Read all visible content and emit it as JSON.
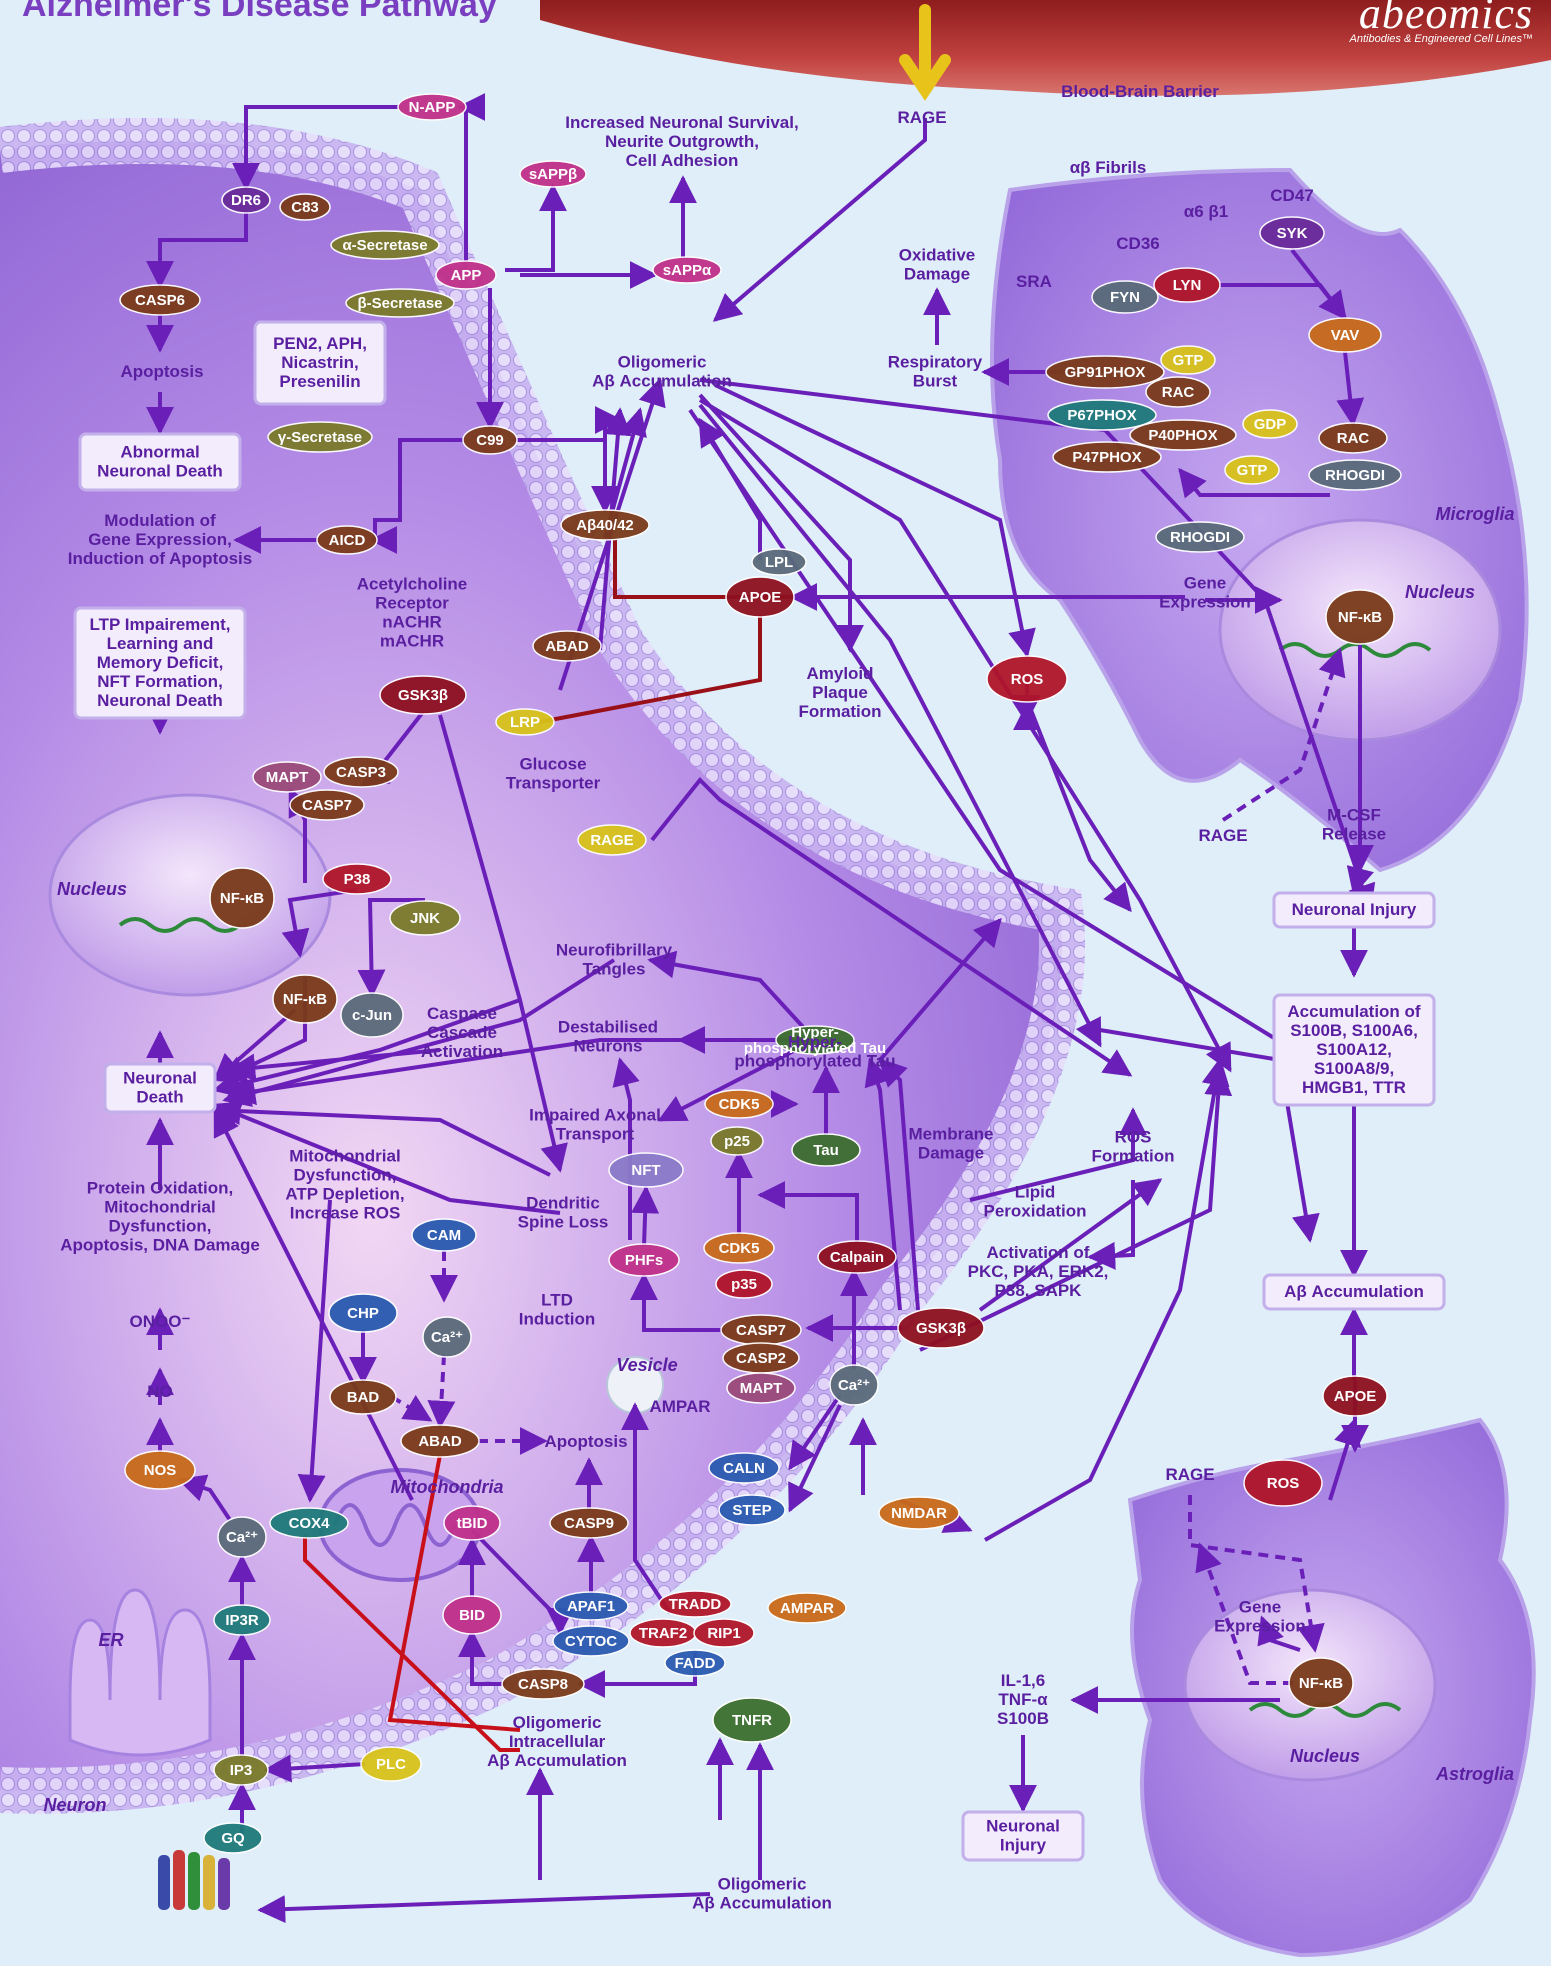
{
  "header": {
    "title": "Alzheimer's Disease Pathway",
    "brand": "abeomics",
    "brand_tagline": "Antibodies & Engineered Cell Lines™"
  },
  "labels": {
    "bbb": "Blood-Brain Barrier",
    "rage_top": "RAGE",
    "napp": "N-APP",
    "sappb": "sAPPβ",
    "sappa": "sAPPα",
    "survival": [
      "Increased Neuronal Survival,",
      "Neurite Outgrowth,",
      "Cell Adhesion"
    ],
    "dr6": "DR6",
    "c83": "C83",
    "alpha_sec": "α-Secretase",
    "app": "APP",
    "beta_sec": "β-Secretase",
    "casp6": "CASP6",
    "apoptosis_left": "Apoptosis",
    "pen2": [
      "PEN2, APH,",
      "Nicastrin,",
      "Presenilin"
    ],
    "gamma_sec": "γ-Secretase",
    "abnormal": [
      "Abnormal",
      "Neuronal Death"
    ],
    "c99": "C99",
    "modulation": [
      "Modulation of",
      "Gene Expression,",
      "Induction of Apoptosis"
    ],
    "aicd": "AICD",
    "ab4042": "Aβ40/42",
    "olig_top": [
      "Oligomeric",
      "Aβ Accumulation"
    ],
    "oxidative": [
      "Oxidative",
      "Damage"
    ],
    "resp_burst": [
      "Respiratory",
      "Burst"
    ],
    "ab_fibrils": "αβ Fibrils",
    "cd36": "CD36",
    "a6b1": "α6 β1",
    "cd47": "CD47",
    "syk": "SYK",
    "sra": "SRA",
    "fyn": "FYN",
    "lyn": "LYN",
    "vav": "VAV",
    "gp91": "GP91PHOX",
    "gtp1": "GTP",
    "rac1": "RAC",
    "p67": "P67PHOX",
    "p40": "P40PHOX",
    "p47": "P47PHOX",
    "gdp": "GDP",
    "rac2": "RAC",
    "gtp2": "GTP",
    "rhogdi1": "RHOGDI",
    "rhogdi2": "RHOGDI",
    "microglia": "Microglia",
    "gene_expr_mg": [
      "Gene",
      "Expression"
    ],
    "nucleus_mg": "Nucleus",
    "nfkb_mg": "NF-κB",
    "ros_mg": "ROS",
    "rage_mg": "RAGE",
    "mcsf": [
      "M-CSF",
      "Release"
    ],
    "neuronal_injury_r": "Neuronal Injury",
    "accum_s100": [
      "Accumulation of",
      "S100B, S100A6,",
      "S100A12,",
      "S100A8/9,",
      "HMGB1, TTR"
    ],
    "ab_accum_r": "Aβ Accumulation",
    "apoe_astro": "APOE",
    "rage_astro": "RAGE",
    "ros_astro": "ROS",
    "gene_expr_astro": [
      "Gene",
      "Expression"
    ],
    "nfkb_astro": "NF-κB",
    "nucleus_astro": "Nucleus",
    "astroglia": "Astroglia",
    "il16": [
      "IL-1,6",
      "TNF-α",
      "S100B"
    ],
    "neuronal_injury_b": [
      "Neuronal",
      "Injury"
    ],
    "lpl": "LPL",
    "apoe": "APOE",
    "ach": [
      "Acetylcholine",
      "Receptor",
      "nACHR",
      "mACHR"
    ],
    "abad_top": "ABAD",
    "amyloid_plaque": [
      "Amyloid",
      "Plaque",
      "Formation"
    ],
    "ltp": [
      "LTP Impairement,",
      "Learning and",
      "Memory Deficit,",
      "NFT Formation,",
      "Neuronal Death"
    ],
    "gsk3b_top": "GSK3β",
    "lrp": "LRP",
    "glucose": [
      "Glucose",
      "Transporter"
    ],
    "rage_mid": "RAGE",
    "mapt1": "MAPT",
    "casp3": "CASP3",
    "casp7_top": "CASP7",
    "nucleus_left": "Nucleus",
    "nfkb_left": "NF-κB",
    "p38": "P38",
    "jnk": "JNK",
    "nfkb_left2": "NF-κB",
    "cjun": "c-Jun",
    "caspase_cascade": [
      "Caspase",
      "Cascade",
      "Activation"
    ],
    "nft_tangles": [
      "Neurofibrillary",
      "Tangles"
    ],
    "destab": [
      "Destabilised",
      "Neurons"
    ],
    "hyperphos": [
      "Hyper-",
      "phosphorylated Tau"
    ],
    "neuronal_death": [
      "Neuronal",
      "Death"
    ],
    "impaired_axonal": [
      "Impaired Axonal",
      "Transport"
    ],
    "cdk5_1": "CDK5",
    "p25": "p25",
    "tau": "Tau",
    "membrane_damage": [
      "Membrane",
      "Damage"
    ],
    "ros_formation": [
      "ROS",
      "Formation"
    ],
    "lipid_perox": [
      "Lipid",
      "Peroxidation"
    ],
    "protein_ox": [
      "Protein Oxidation,",
      "Mitochondrial",
      "Dysfunction,",
      "Apoptosis, DNA Damage"
    ],
    "mito_dys": [
      "Mitochondrial",
      "Dysfunction,",
      "ATP Depletion,",
      "Increase ROS"
    ],
    "dendritic": [
      "Dendritic",
      "Spine Loss"
    ],
    "nft": "NFT",
    "cam": "CAM",
    "cdk5_2": "CDK5",
    "p35": "p35",
    "phfs": "PHFs",
    "calpain": "Calpain",
    "activation_pkc": [
      "Activation of",
      "PKC, PKA, ERK2,",
      "P38, SAPK"
    ],
    "onoo": "ONOO⁻",
    "no": "NO",
    "nos": "NOS",
    "chp": "CHP",
    "ca_1": "Ca²⁺",
    "ltd": [
      "LTD",
      "Induction"
    ],
    "casp7_b": "CASP7",
    "casp2": "CASP2",
    "mapt2": "MAPT",
    "gsk3b_b": "GSK3β",
    "bad": "BAD",
    "vesicle": "Vesicle",
    "ampar_v": "AMPAR",
    "ca_2": "Ca²⁺",
    "abad_b": "ABAD",
    "apoptosis_mid": "Apoptosis",
    "mitochondria": "Mitochondria",
    "cox4": "COX4",
    "tbid": "tBID",
    "casp9": "CASP9",
    "caln": "CALN",
    "step": "STEP",
    "nmdar": "NMDAR",
    "er": "ER",
    "ca_3": "Ca²⁺",
    "ip3r": "IP3R",
    "bid": "BID",
    "apaf1": "APAF1",
    "cytoc": "CYTOC",
    "tradd": "TRADD",
    "traf2": "TRAF2",
    "rip1": "RIP1",
    "fadd": "FADD",
    "ampar_m": "AMPAR",
    "casp8": "CASP8",
    "tnfr": "TNFR",
    "olig_intra": [
      "Oligomeric",
      "Intracellular",
      "Aβ Accumulation"
    ],
    "ip3": "IP3",
    "plc": "PLC",
    "neuron": "Neuron",
    "gq": "GQ",
    "olig_bottom": [
      "Oligomeric",
      "Aβ Accumulation"
    ]
  }
}
